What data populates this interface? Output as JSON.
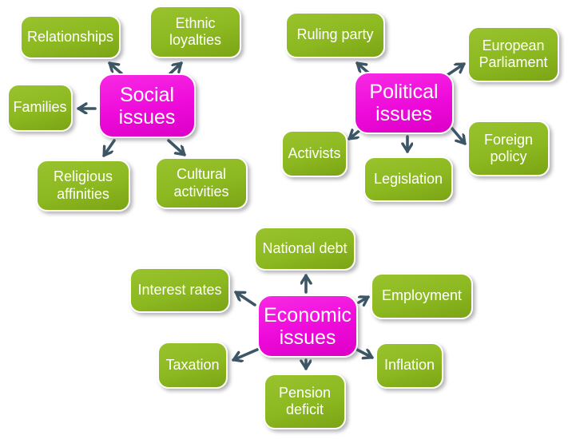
{
  "clusters": {
    "social": {
      "center": "Social issues",
      "children": {
        "relationships": "Relationships",
        "ethnic_loyalties": "Ethnic loyalties",
        "families": "Families",
        "religious_affinities": "Religious affinities",
        "cultural_activities": "Cultural activities"
      }
    },
    "political": {
      "center": "Political issues",
      "children": {
        "ruling_party": "Ruling party",
        "european_parliament": "European Parliament",
        "activists": "Activists",
        "legislation": "Legislation",
        "foreign_policy": "Foreign policy"
      }
    },
    "economic": {
      "center": "Economic issues",
      "children": {
        "national_debt": "National debt",
        "interest_rates": "Interest rates",
        "employment": "Employment",
        "taxation": "Taxation",
        "inflation": "Inflation",
        "pension_deficit": "Pension deficit"
      }
    }
  },
  "colors": {
    "center_node": "#ee0ada",
    "center_node_light": "#f72ae3",
    "center_node_dark": "#dc00c6",
    "child_node": "#8cb820",
    "child_node_light": "#99c32e",
    "child_node_dark": "#7ba415",
    "node_border": "#ffffff",
    "arrow": "#3c5666",
    "text": "#ffffff",
    "background": "#ffffff"
  }
}
